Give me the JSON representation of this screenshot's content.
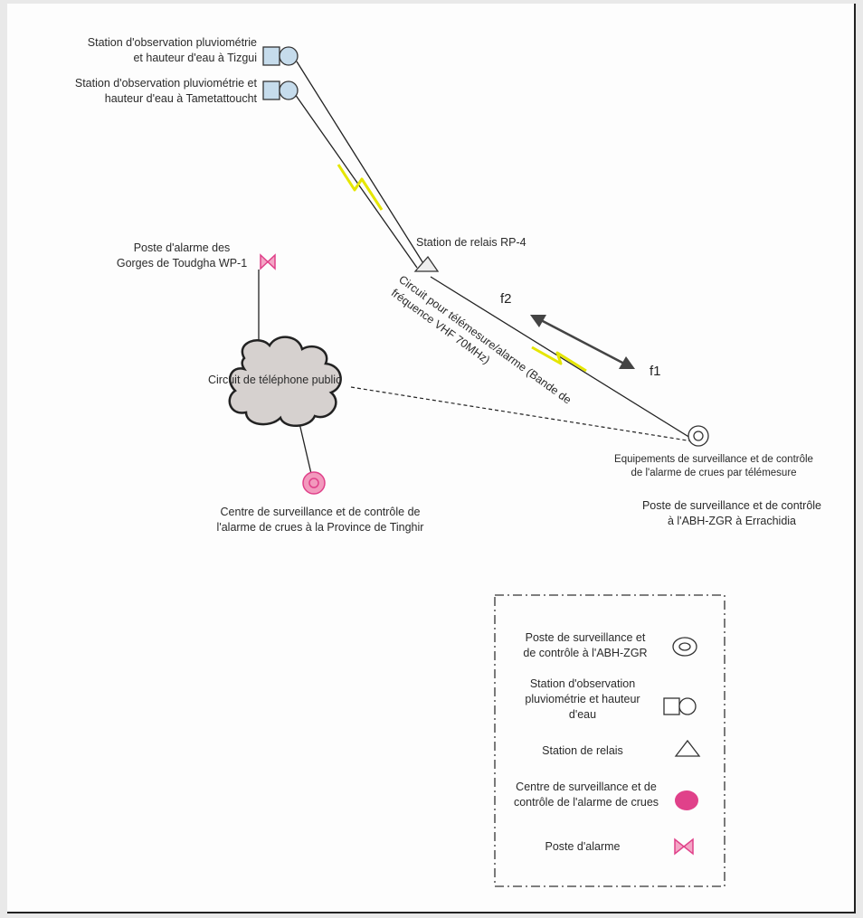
{
  "stations": {
    "tizgui": [
      "Station d'observation pluviométrie",
      "et hauteur d'eau à Tizgui"
    ],
    "tametattoucht": [
      "Station d'observation pluviométrie et",
      "hauteur d'eau à Tametattoucht"
    ]
  },
  "relay": {
    "label": "Station de relais RP-4"
  },
  "circuit": [
    "Circuit pour télémesure/alarme (Bande de",
    "fréquence VHF 70MHz)"
  ],
  "frequencies": {
    "f1": "f1",
    "f2": "f2"
  },
  "alarm_post": [
    "Poste d'alarme des",
    "Gorges de Toudgha WP-1"
  ],
  "phone_circuit": "Circuit de téléphone public",
  "equipment": [
    "Equipements de surveillance et de contrôle",
    "de l'alarme de crues par télémesure"
  ],
  "abh_post": [
    "Poste de surveillance et de contrôle",
    "à l'ABH-ZGR à Errachidia"
  ],
  "tinghir_center": [
    "Centre de surveillance et de contrôle de",
    "l'alarme de crues à la Province de Tinghir"
  ],
  "legend": [
    {
      "text": [
        "Poste de surveillance et",
        "de contrôle à l'ABH-ZGR"
      ],
      "icon": "double-circle-icon"
    },
    {
      "text": [
        "Station d'observation",
        "pluviométrie et hauteur",
        "d'eau"
      ],
      "icon": "square-circle-icon"
    },
    {
      "text": [
        "Station de relais"
      ],
      "icon": "triangle-icon"
    },
    {
      "text": [
        "Centre de surveillance et de",
        "contrôle de l'alarme de crues"
      ],
      "icon": "pink-dot-icon"
    },
    {
      "text": [
        "Poste d'alarme"
      ],
      "icon": "bowtie-icon"
    }
  ],
  "colors": {
    "icon_blue": "#c6dcec",
    "alarm_pink": "#e0418a",
    "radio_yellow": "#e5e600",
    "cloud_gray": "#d6d1cf"
  }
}
